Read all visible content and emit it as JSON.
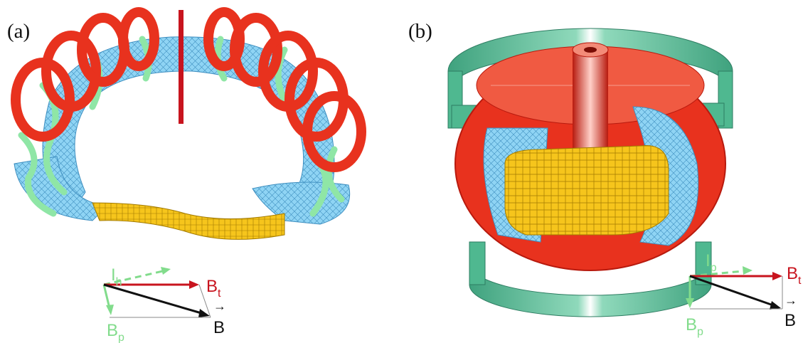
{
  "panels": [
    {
      "label": "(a)",
      "vectors": {
        "current": {
          "name": "I",
          "sub": "h"
        },
        "toroidal": {
          "name": "B",
          "sub": "t"
        },
        "poloidal": {
          "name": "B",
          "sub": "p"
        },
        "total": {
          "name": "B",
          "arrow": "→"
        }
      }
    },
    {
      "label": "(b)",
      "vectors": {
        "current": {
          "name": "I",
          "sub": "p"
        },
        "toroidal": {
          "name": "B",
          "sub": "t"
        },
        "poloidal": {
          "name": "B",
          "sub": "p"
        },
        "total": {
          "name": "B",
          "arrow": "→"
        }
      }
    }
  ],
  "colors": {
    "coil_red": "#e8321e",
    "coil_red_dark": "#b81a0e",
    "plasma_blue": "#8fd4f4",
    "helical_green": "#8fe6a6",
    "poloidal_coil_teal": "#4fb890",
    "plasma_gold": "#f6c51c",
    "toroidal_vector": "#c8141e",
    "field_green": "#82dc8c",
    "total_black": "#111111"
  }
}
